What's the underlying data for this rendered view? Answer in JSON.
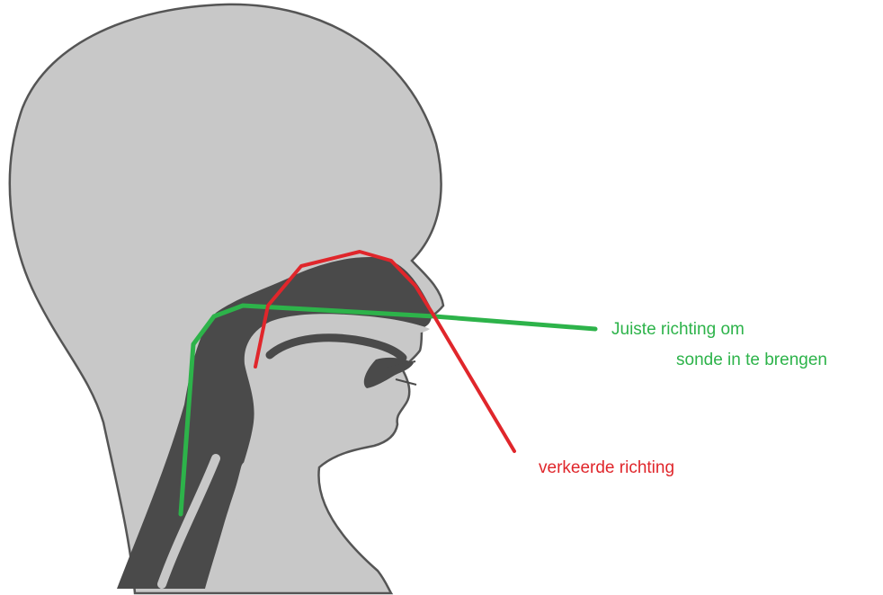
{
  "colors": {
    "background": "#ffffff",
    "head_fill": "#c8c8c8",
    "head_outline": "#555555",
    "cavity": "#4a4a4a",
    "correct": "#2db34a",
    "wrong": "#e0262b"
  },
  "labels": {
    "correct_line1": "Juiste richting om",
    "correct_line2": "sonde in te brengen",
    "wrong": "verkeerde richting"
  }
}
